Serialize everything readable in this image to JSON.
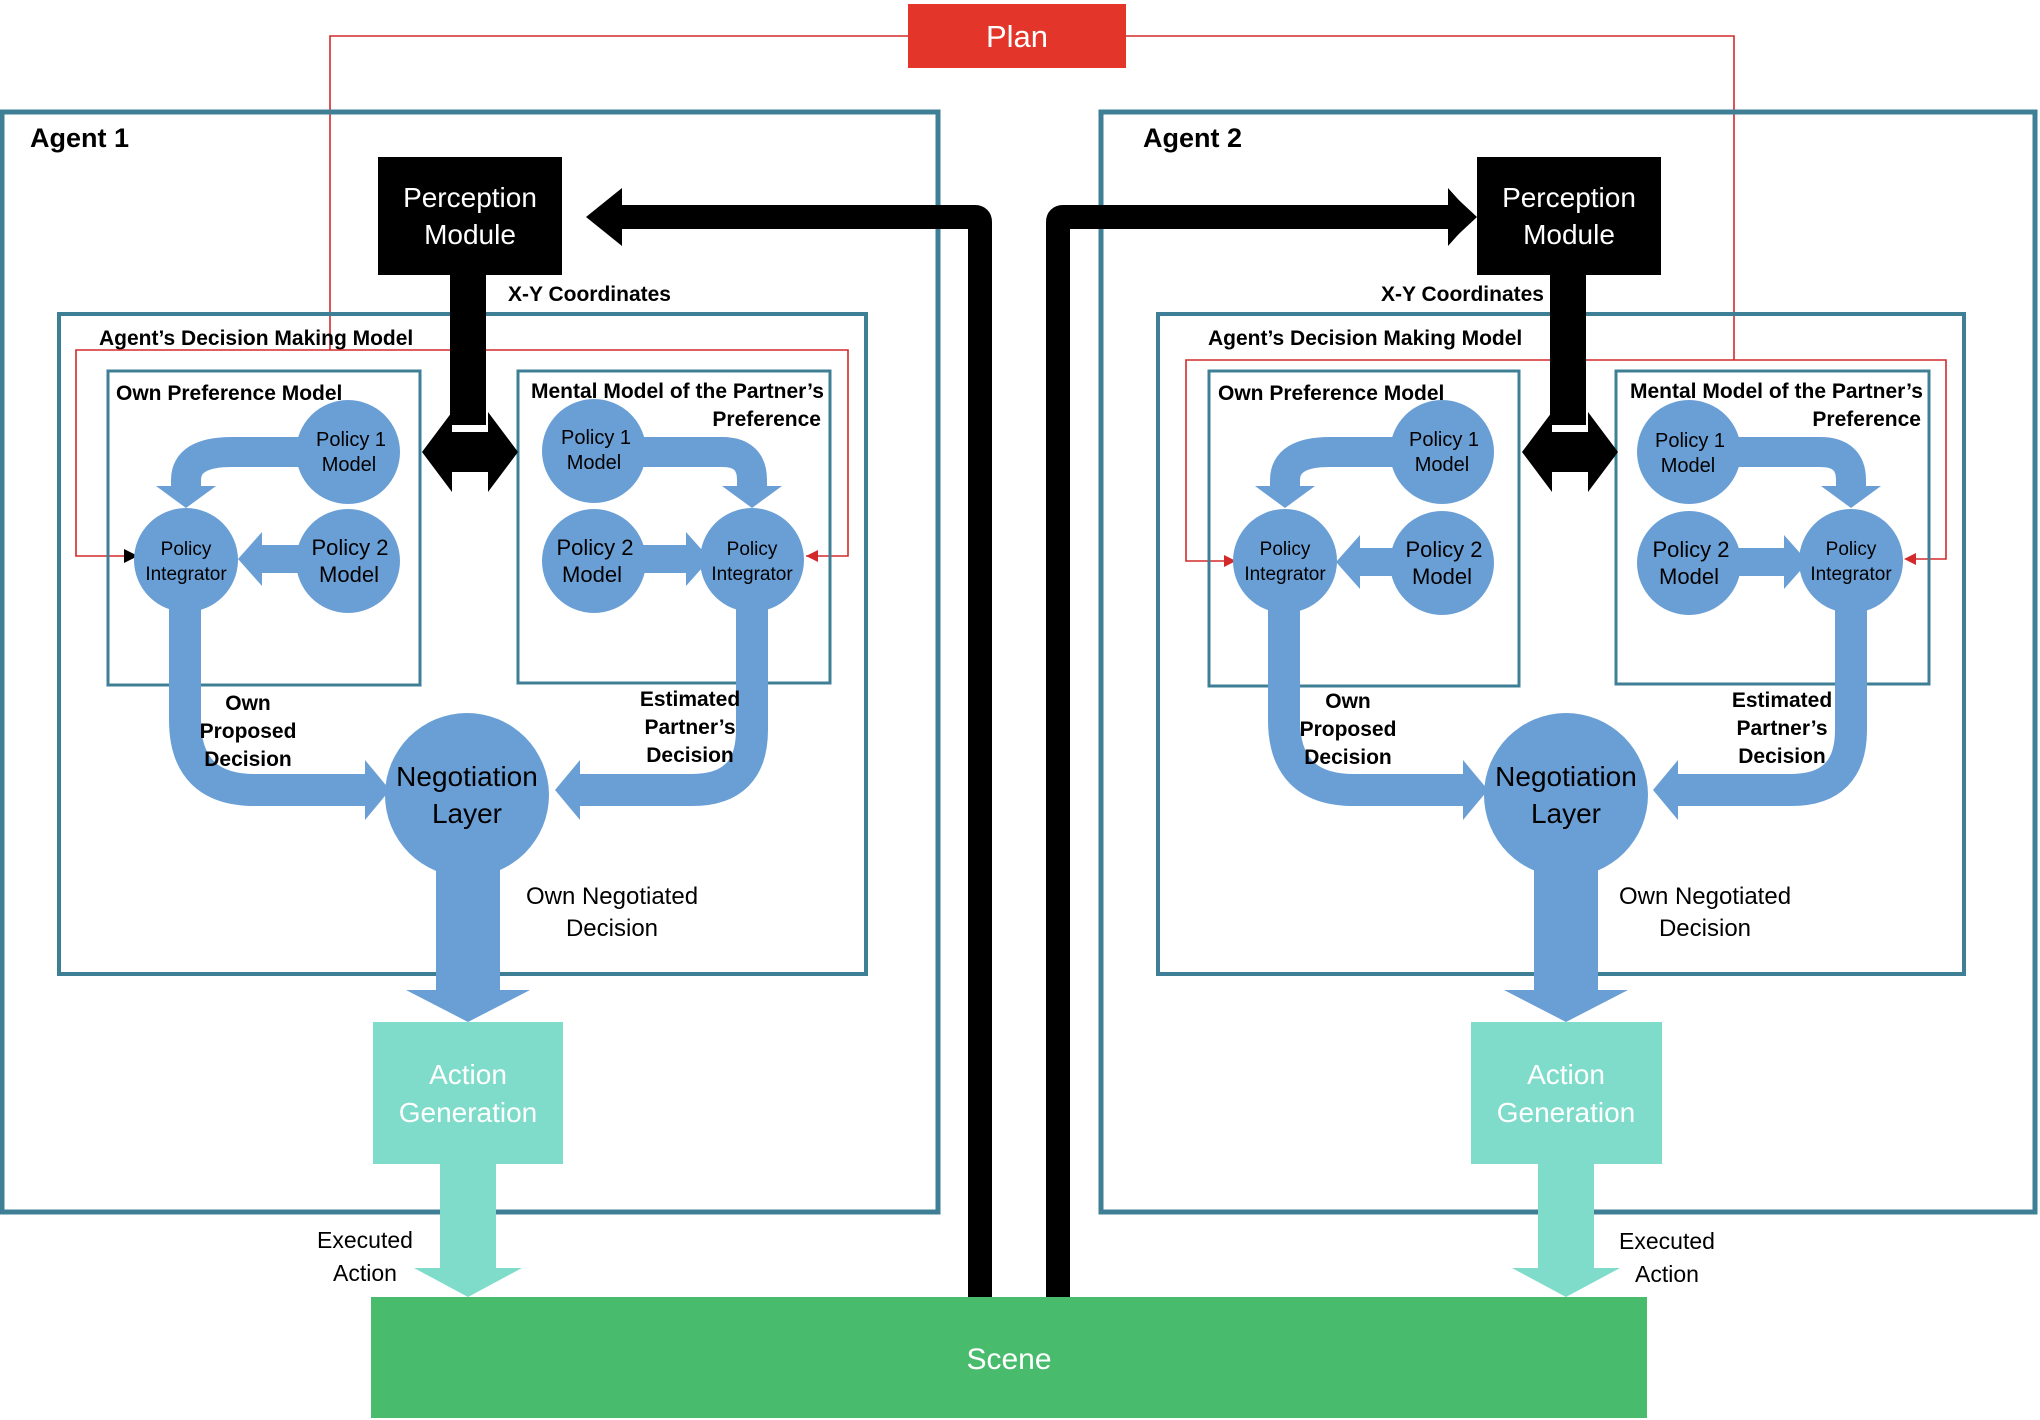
{
  "plan": {
    "label": "Plan"
  },
  "scene": {
    "label": "Scene"
  },
  "colors": {
    "box_border": "#3f7f96",
    "blue": "#6a9fd6",
    "teal": "#7fdccb",
    "green": "#48bb6c",
    "red": "#e3352a",
    "red_line": "#d22a2a",
    "black": "#000000"
  },
  "agent1": {
    "title": "Agent 1",
    "perception": {
      "line1": "Perception",
      "line2": "Module"
    },
    "xy": "X-Y Coordinates",
    "dm_title": "Agent’s Decision Making Model",
    "own_pref_title": "Own Preference Model",
    "mental_line1": "Mental  Model of the Partner’s",
    "mental_line2": "Preference",
    "own_p1": {
      "line1": "Policy 1",
      "line2": "Model"
    },
    "own_p2": {
      "line1": "Policy 2",
      "line2": "Model"
    },
    "own_int": {
      "line1": "Policy",
      "line2": "Integrator"
    },
    "men_p1": {
      "line1": "Policy 1",
      "line2": "Model"
    },
    "men_p2": {
      "line1": "Policy 2",
      "line2": "Model"
    },
    "men_int": {
      "line1": "Policy",
      "line2": "Integrator"
    },
    "own_proposed": {
      "line1": "Own",
      "line2": "Proposed",
      "line3": "Decision"
    },
    "estimated": {
      "line1": "Estimated",
      "line2": "Partner’s",
      "line3": "Decision"
    },
    "negotiation": {
      "line1": "Negotiation",
      "line2": "Layer"
    },
    "negotiated": {
      "line1": "Own Negotiated",
      "line2": "Decision"
    },
    "action": {
      "line1": "Action",
      "line2": "Generation"
    },
    "executed": {
      "line1": "Executed",
      "line2": "Action"
    }
  },
  "agent2": {
    "title": "Agent 2",
    "perception": {
      "line1": "Perception",
      "line2": "Module"
    },
    "xy": "X-Y Coordinates",
    "dm_title": "Agent’s Decision Making Model",
    "own_pref_title": "Own Preference Model",
    "mental_line1": "Mental  Model of the Partner’s",
    "mental_line2": "Preference",
    "own_p1": {
      "line1": "Policy 1",
      "line2": "Model"
    },
    "own_p2": {
      "line1": "Policy 2",
      "line2": "Model"
    },
    "own_int": {
      "line1": "Policy",
      "line2": "Integrator"
    },
    "men_p1": {
      "line1": "Policy 1",
      "line2": "Model"
    },
    "men_p2": {
      "line1": "Policy 2",
      "line2": "Model"
    },
    "men_int": {
      "line1": "Policy",
      "line2": "Integrator"
    },
    "own_proposed": {
      "line1": "Own",
      "line2": "Proposed",
      "line3": "Decision"
    },
    "estimated": {
      "line1": "Estimated",
      "line2": "Partner’s",
      "line3": "Decision"
    },
    "negotiation": {
      "line1": "Negotiation",
      "line2": "Layer"
    },
    "negotiated": {
      "line1": "Own Negotiated",
      "line2": "Decision"
    },
    "action": {
      "line1": "Action",
      "line2": "Generation"
    },
    "executed": {
      "line1": "Executed",
      "line2": "Action"
    }
  }
}
